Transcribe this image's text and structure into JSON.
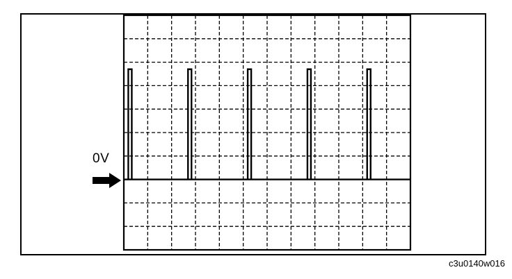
{
  "scope": {
    "zero_label": "0V",
    "caption": "c3u0140w016",
    "grid": {
      "columns": 12,
      "rows": 10
    },
    "baseline_row": 7,
    "pulse_height_divisions": 4.7,
    "pulse_positions_divisions": [
      0.1,
      2.6,
      5.1,
      7.6,
      10.1
    ],
    "colors": {
      "trace": "#000000",
      "grid": "#000000",
      "background": "#ffffff"
    },
    "arrow_icon": "arrow-right-icon"
  }
}
